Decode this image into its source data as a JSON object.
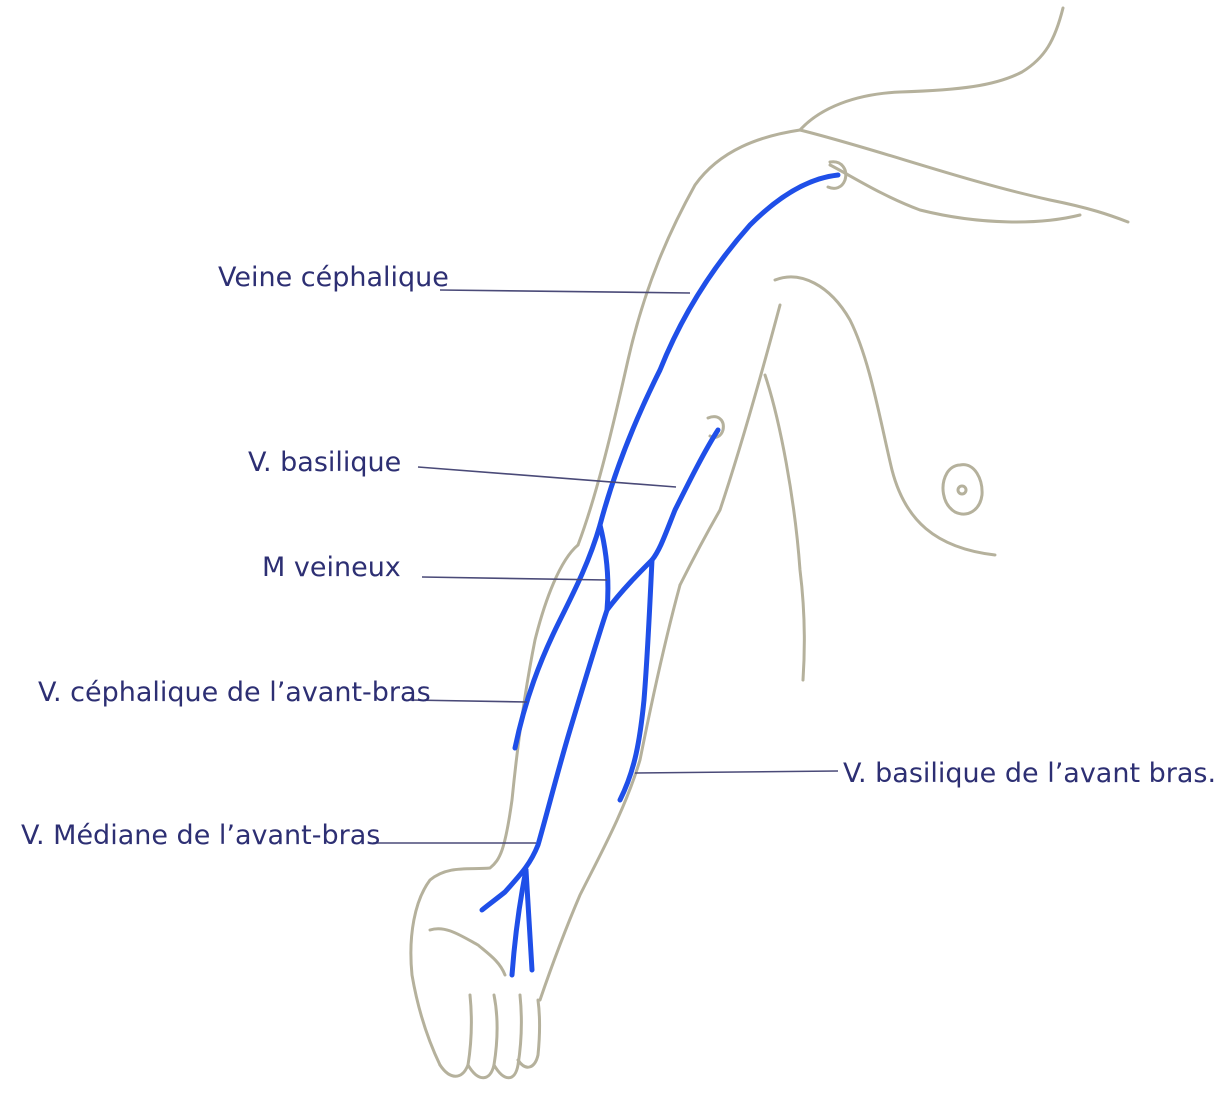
{
  "colors": {
    "outline": "#b5b19c",
    "vein": "#1f4fe8",
    "leader": "#4a4a78",
    "label": "#2d2f73"
  },
  "labels": {
    "veine_cephalique": "Veine céphalique",
    "v_basilique": "V. basilique",
    "m_veineux": "M veineux",
    "v_cephalique_avant_bras": "V. céphalique de l’avant-bras",
    "v_basilique_avant_bras": "V. basilique de l’avant bras.",
    "v_mediane_avant_bras": "V. Médiane de l’avant-bras"
  }
}
